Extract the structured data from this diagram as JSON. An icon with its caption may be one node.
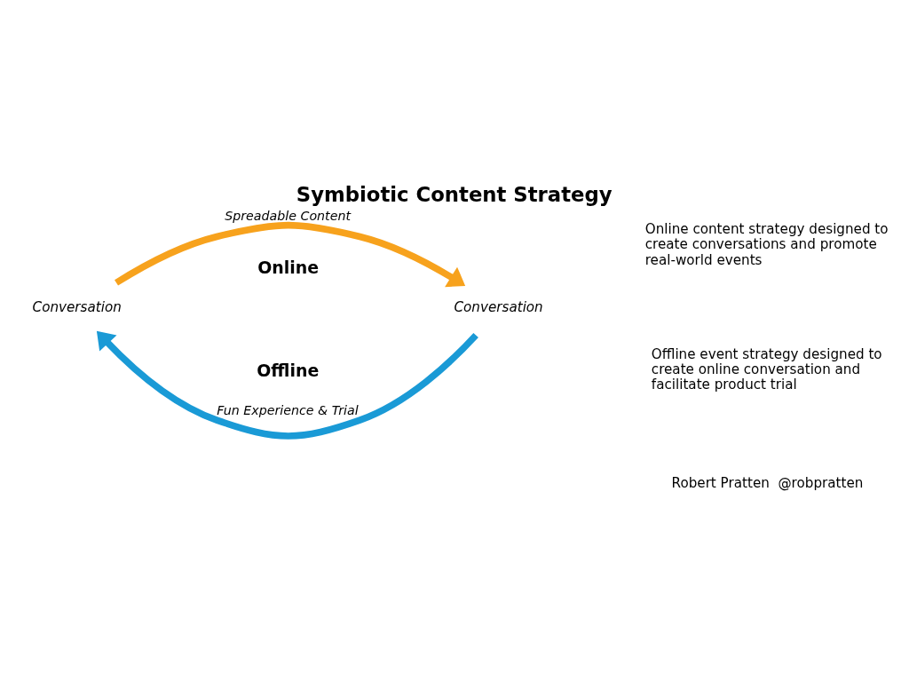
{
  "diagram": {
    "title": "Symbiotic Content Strategy",
    "nodes": [
      {
        "text": [
          "Conversation"
        ]
      },
      {
        "text": [
          "Conversation"
        ]
      }
    ],
    "edges": [
      {
        "from": 0,
        "to": 1,
        "arrow": "to",
        "label": "Spreadable Content",
        "color": "#f7a21d"
      },
      {
        "from": 1,
        "to": 0,
        "arrow": "to",
        "label": "Fun Experience & Trial",
        "color": "#1a9ad6"
      }
    ],
    "labels": [
      "Online",
      "Offline",
      "Online content strategy designed to create conversations and promote real-world events",
      "Offline event strategy designed to create online conversation and facilitate product trial",
      "Robert Pratten  @robpratten"
    ]
  }
}
